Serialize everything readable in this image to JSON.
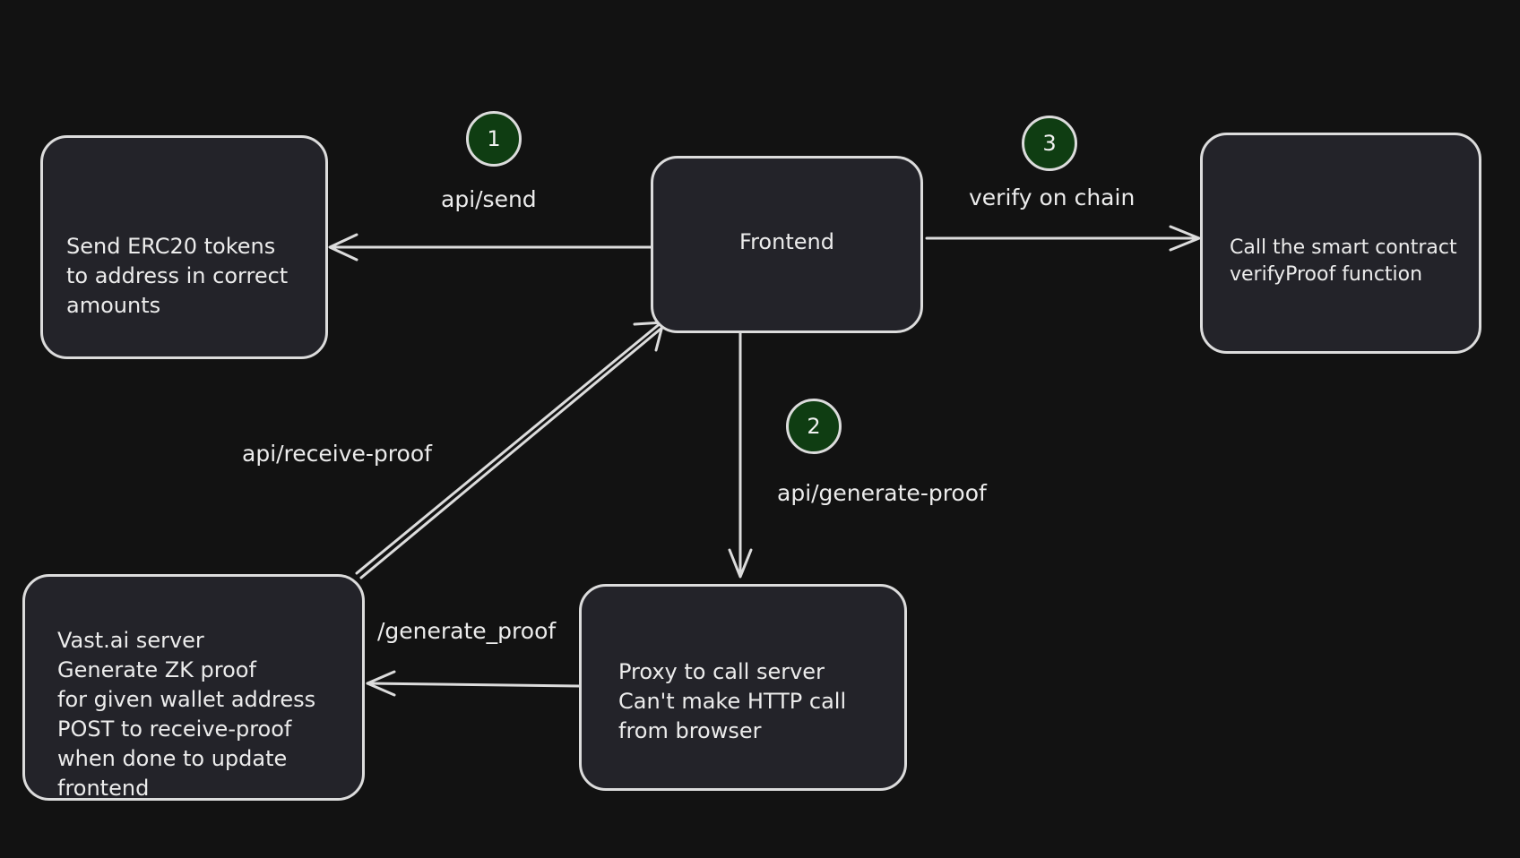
{
  "nodes": {
    "send_tokens": "Send ERC20 tokens\nto address in correct\namounts",
    "frontend": "Frontend",
    "verify_contract": "Call the smart contract\nverifyProof function",
    "vast_server": "Vast.ai server\nGenerate ZK proof\nfor given wallet address\nPOST to receive-proof\nwhen done to update\nfrontend",
    "proxy": "Proxy to call server\nCan't make HTTP call\nfrom browser"
  },
  "edges": {
    "api_send": "api/send",
    "verify_on_chain": "verify on chain",
    "api_generate_proof": "api/generate-proof",
    "generate_proof": "/generate_proof",
    "api_receive_proof": "api/receive-proof"
  },
  "badges": {
    "step1": "1",
    "step2": "2",
    "step3": "3"
  },
  "colors": {
    "background": "#121212",
    "node_fill": "#232329",
    "stroke": "#dcdcdc",
    "badge_fill": "#0f3d12"
  }
}
